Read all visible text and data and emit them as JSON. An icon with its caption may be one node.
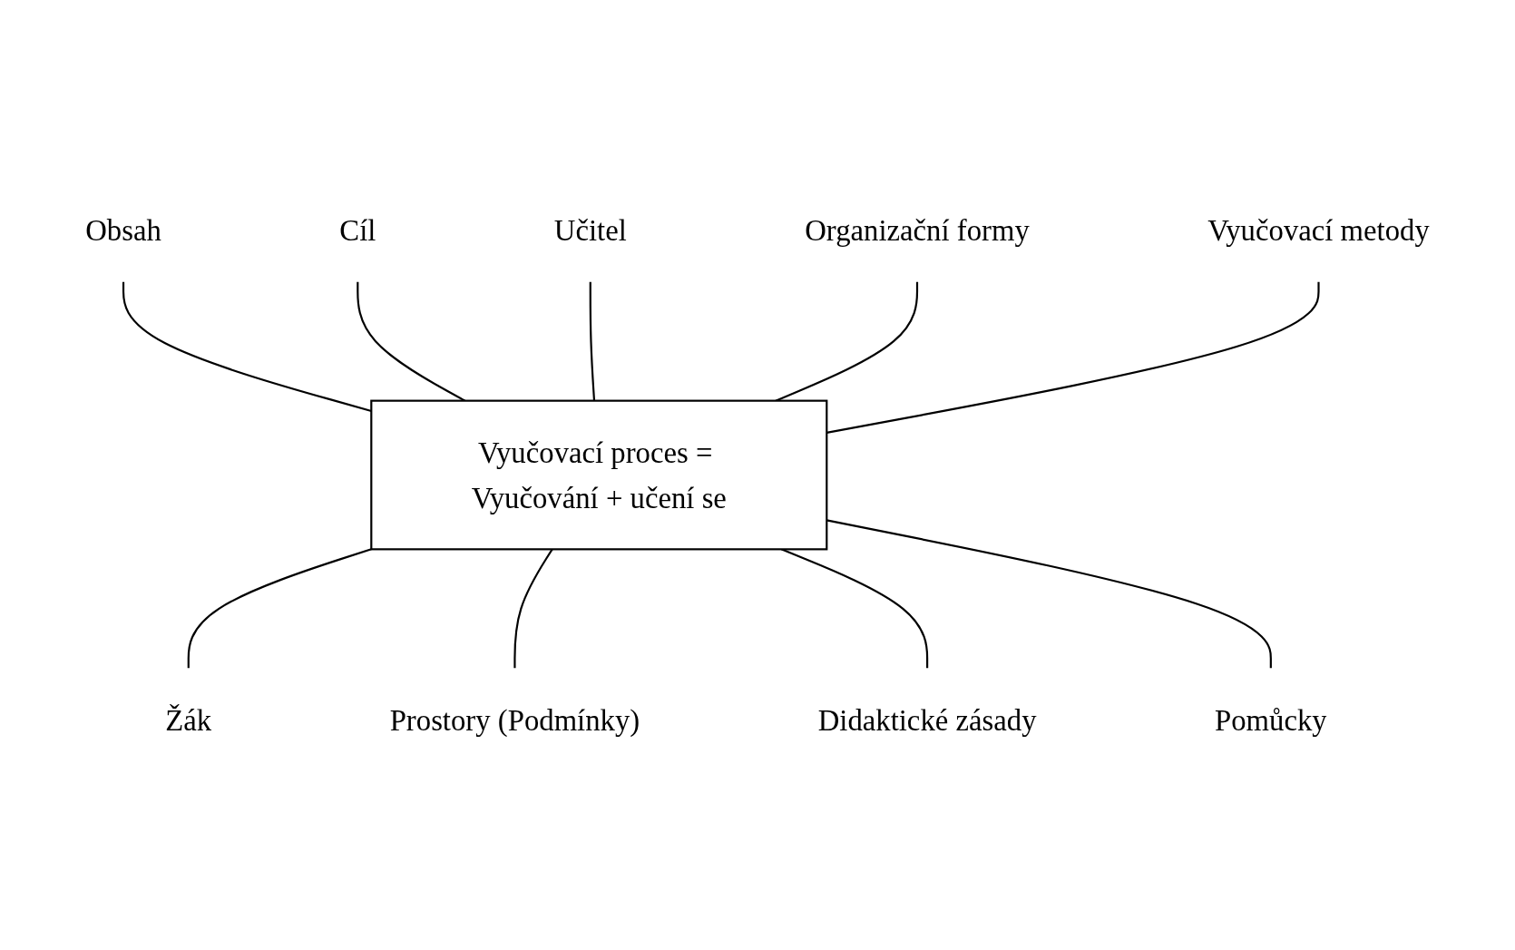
{
  "diagram": {
    "nodes": [
      {
        "text": [
          "Vyučovací proces = Vyučování + učení se"
        ]
      },
      {
        "text": [
          "Obsah"
        ]
      },
      {
        "text": [
          "Cíl"
        ]
      },
      {
        "text": [
          "Učitel"
        ]
      },
      {
        "text": [
          "Organizační formy"
        ]
      },
      {
        "text": [
          "Vyučovací metody"
        ]
      },
      {
        "text": [
          "Žák"
        ]
      },
      {
        "text": [
          "Prostory (Podmínky)"
        ]
      },
      {
        "text": [
          "Didaktické zásady"
        ]
      },
      {
        "text": [
          "Pomůcky"
        ]
      }
    ],
    "edges": [
      {
        "from": 1,
        "to": 0,
        "arrow": "none"
      },
      {
        "from": 2,
        "to": 0,
        "arrow": "none"
      },
      {
        "from": 3,
        "to": 0,
        "arrow": "none"
      },
      {
        "from": 4,
        "to": 0,
        "arrow": "none"
      },
      {
        "from": 5,
        "to": 0,
        "arrow": "none"
      },
      {
        "from": 0,
        "to": 6,
        "arrow": "none"
      },
      {
        "from": 0,
        "to": 7,
        "arrow": "none"
      },
      {
        "from": 0,
        "to": 8,
        "arrow": "none"
      },
      {
        "from": 0,
        "to": 9,
        "arrow": "none"
      }
    ]
  }
}
